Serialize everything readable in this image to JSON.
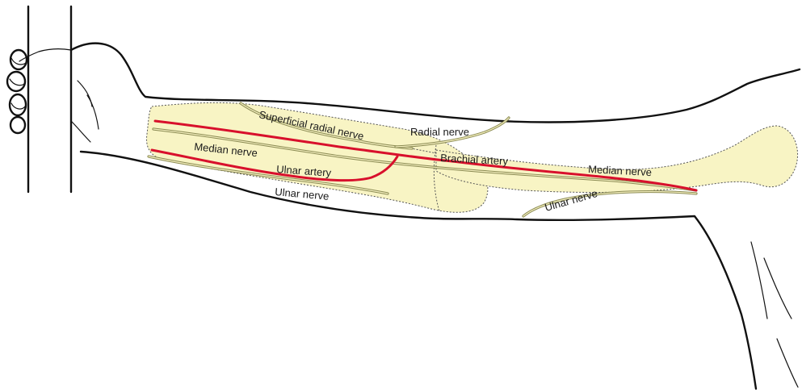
{
  "labels": {
    "superficial_radial_nerve": "Superficial radial nerve",
    "radial_nerve": "Radial nerve",
    "median_nerve_forearm": "Median nerve",
    "brachial_artery": "Brachial artery",
    "ulnar_artery": "Ulnar artery",
    "median_nerve_arm": "Median nerve",
    "ulnar_nerve_forearm": "Ulnar nerve",
    "ulnar_nerve_arm": "Ulnar nerve"
  },
  "colors": {
    "artery": "#d8102c",
    "nerve": "#8a8a52",
    "bone_fill": "#f8f4c4",
    "outline": "#111111"
  }
}
